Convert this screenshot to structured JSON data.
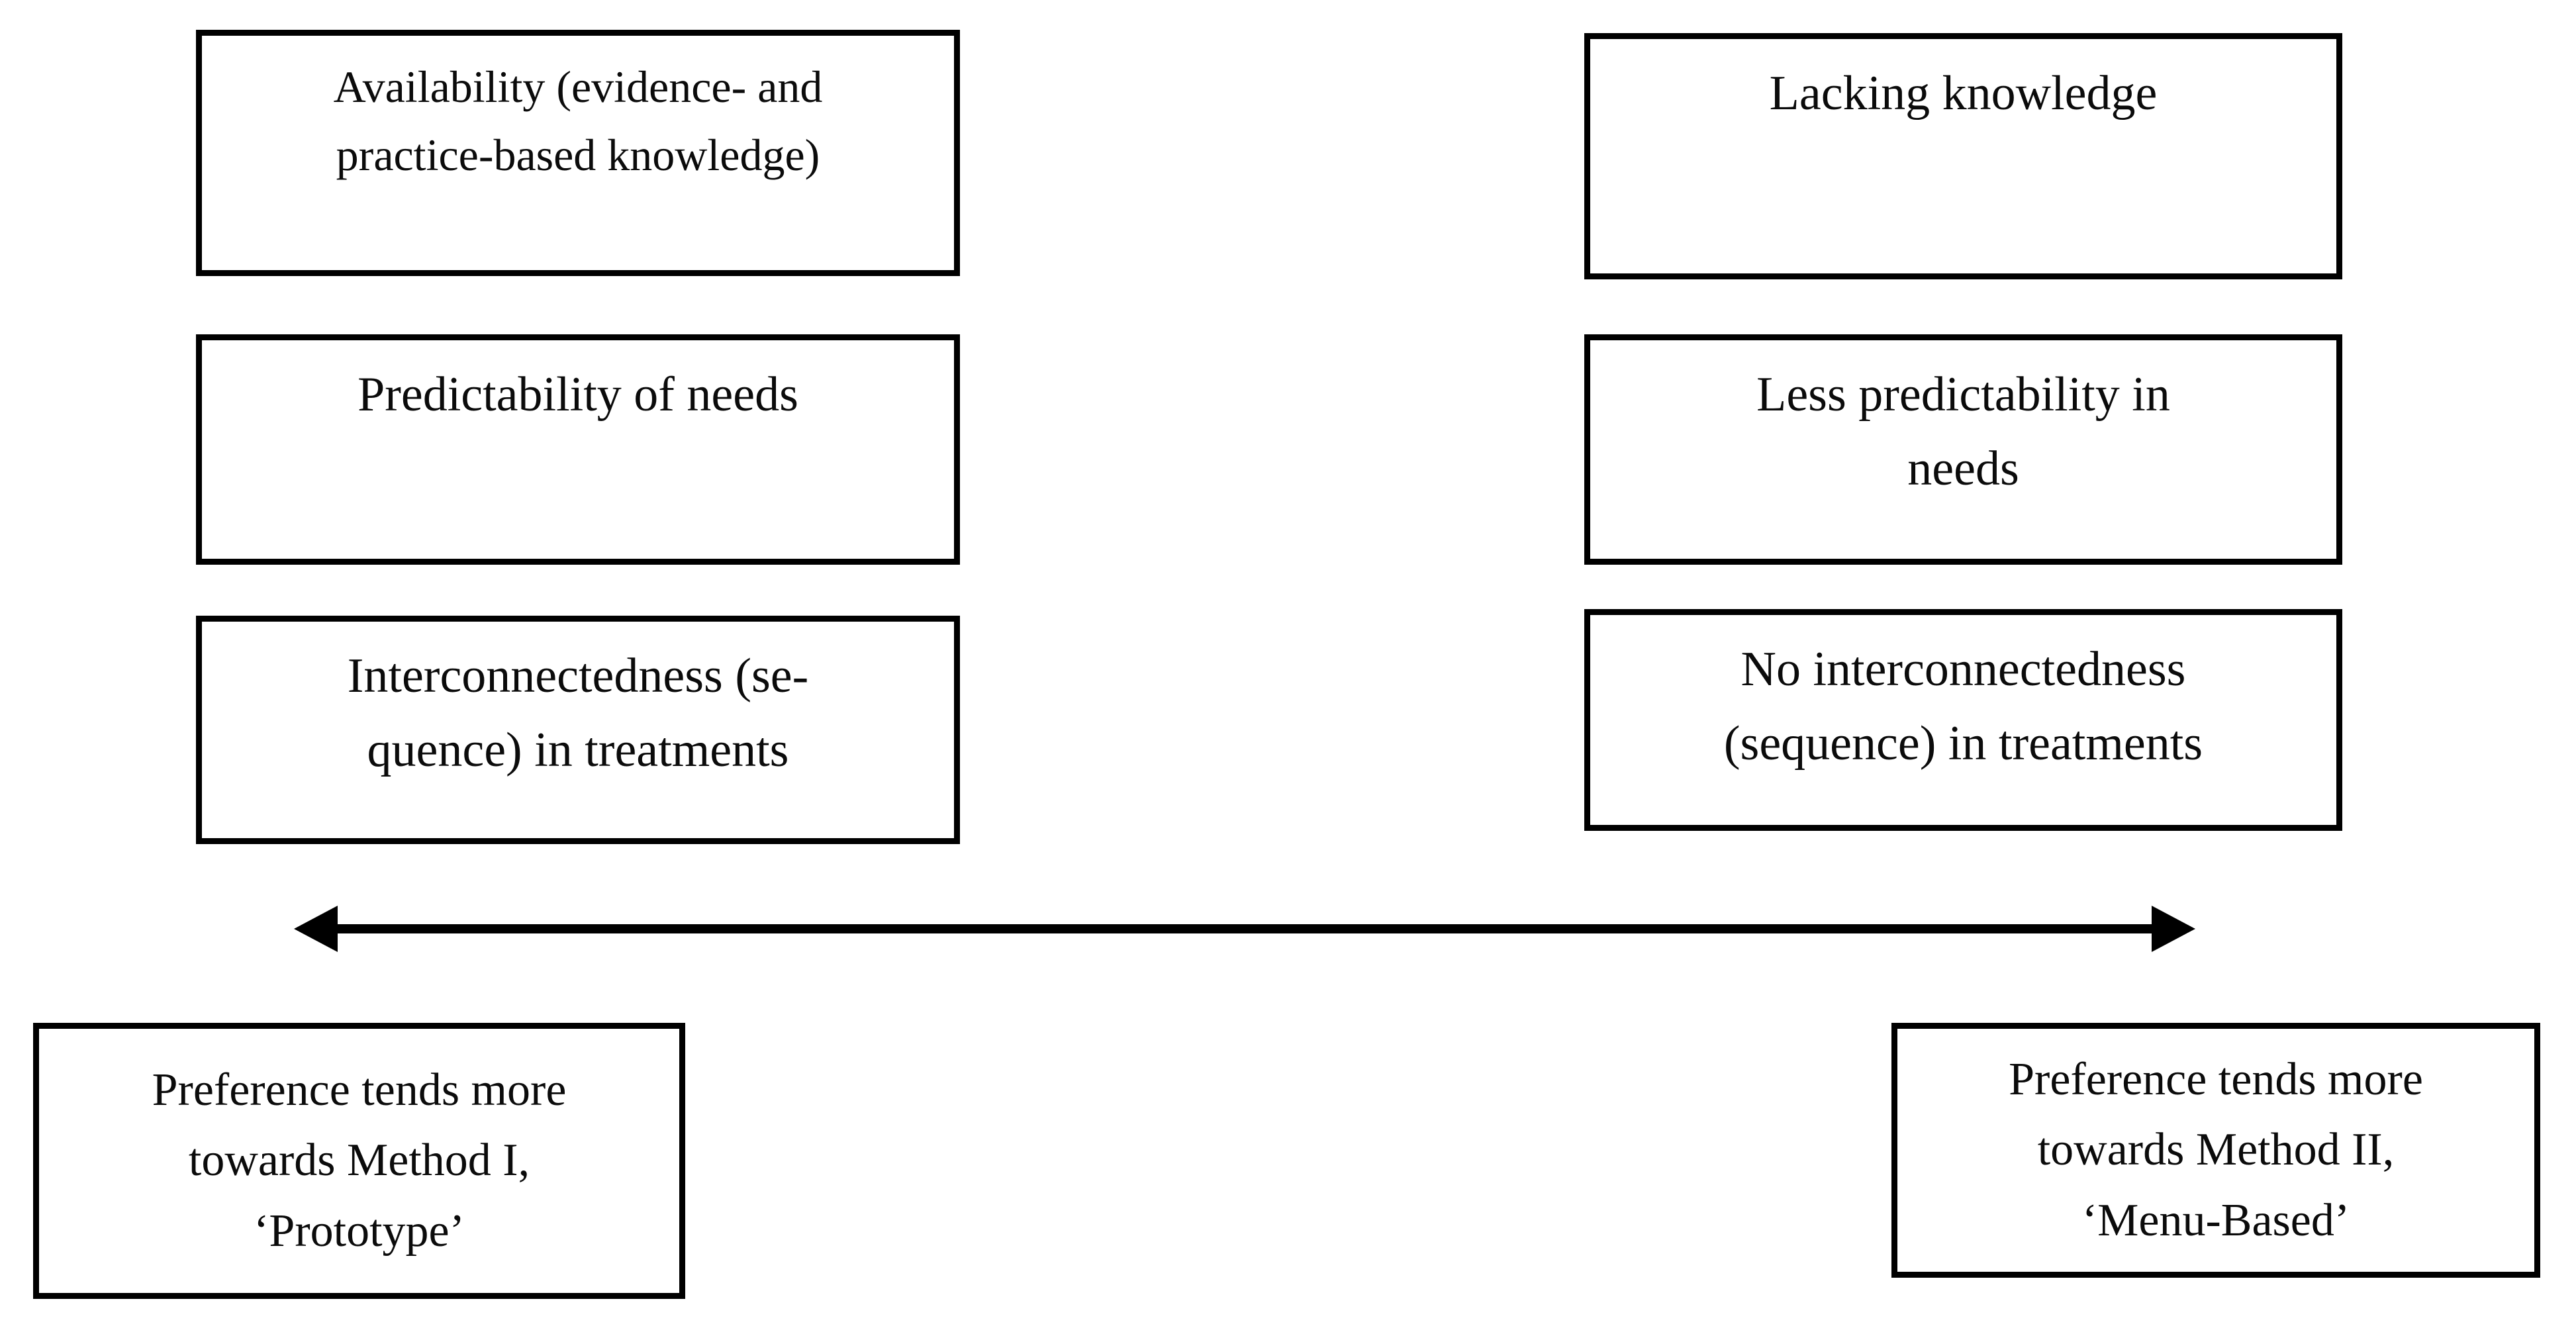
{
  "figure": {
    "line_color": "#000000",
    "text_color": "#0b0b0b",
    "background_color": "#ffffff"
  },
  "boxes": {
    "left_1": {
      "lines": [
        "Availability (evidence- and",
        "practice-based knowledge)"
      ]
    },
    "left_2": {
      "lines": [
        "Predictability of needs"
      ]
    },
    "left_3": {
      "lines": [
        "Interconnectedness (se-",
        "quence) in treatments"
      ]
    },
    "right_1": {
      "lines": [
        "Lacking knowledge"
      ]
    },
    "right_2": {
      "lines": [
        "Less predictability in",
        "needs"
      ]
    },
    "right_3": {
      "lines": [
        "No interconnectedness",
        "(sequence) in treatments"
      ]
    },
    "bottom_left": {
      "lines": [
        "Preference tends more",
        "towards Method I,",
        "‘Prototype’"
      ]
    },
    "bottom_right": {
      "lines": [
        "Preference tends more",
        "towards Method II,",
        "‘Menu-Based’"
      ]
    }
  },
  "arrow": {
    "direction": "bidirectional",
    "orientation": "horizontal"
  }
}
